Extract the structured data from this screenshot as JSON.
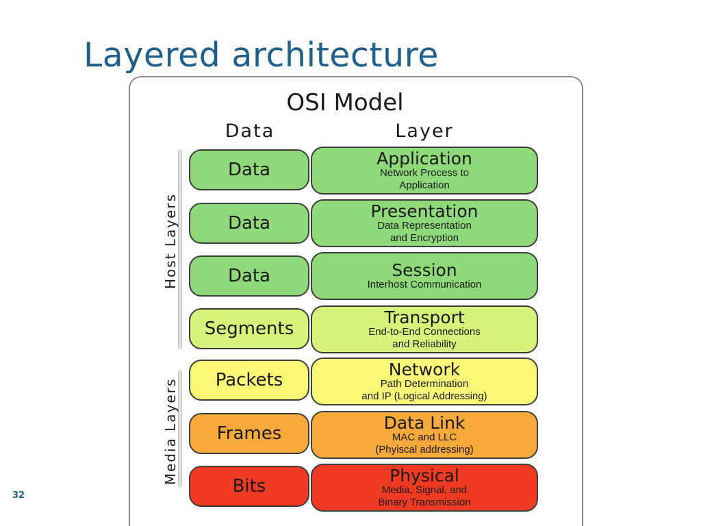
{
  "slide": {
    "title": "Layered architecture",
    "number": "32"
  },
  "diagram": {
    "title": "OSI Model",
    "col_data": "Data",
    "col_layer": "Layer",
    "groups": [
      {
        "label": "Host Layers"
      },
      {
        "label": "Media Layers"
      }
    ],
    "layers": [
      {
        "pdu": "Data",
        "name": "Application",
        "desc": [
          "Network Process to",
          "Application"
        ],
        "color": "#8fd97a"
      },
      {
        "pdu": "Data",
        "name": "Presentation",
        "desc": [
          "Data Representation",
          "and Encryption"
        ],
        "color": "#8fd97a"
      },
      {
        "pdu": "Data",
        "name": "Session",
        "desc": [
          "Interhost Communication",
          ""
        ],
        "color": "#8fd97a"
      },
      {
        "pdu": "Segments",
        "name": "Transport",
        "desc": [
          "End-to-End Connections",
          "and Reliability"
        ],
        "color": "#d7f27a"
      },
      {
        "pdu": "Packets",
        "name": "Network",
        "desc": [
          "Path Determination",
          "and IP (Logical Addressing)"
        ],
        "color": "#fbf777"
      },
      {
        "pdu": "Frames",
        "name": "Data Link",
        "desc": [
          "MAC and LLC",
          "(Phyiscal addressing)"
        ],
        "color": "#f7a93c"
      },
      {
        "pdu": "Bits",
        "name": "Physical",
        "desc": [
          "Media, Signal, and",
          "Binary Transmission"
        ],
        "color": "#f03a22"
      }
    ]
  }
}
